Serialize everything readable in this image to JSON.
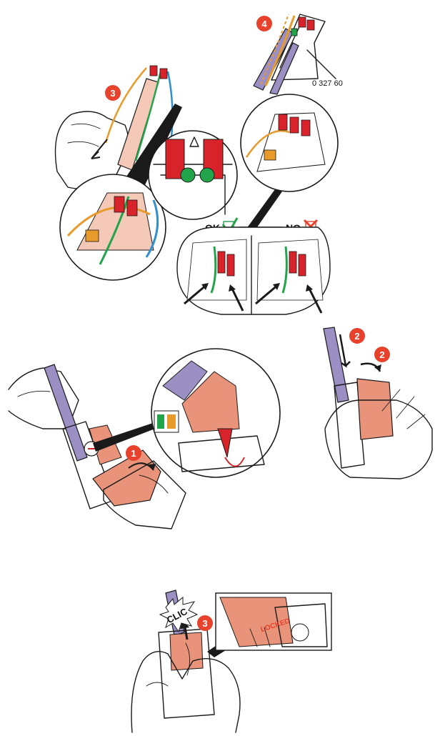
{
  "colors": {
    "badge": "#e8412c",
    "cable_purple": "#9b8fc4",
    "connector_orange": "#e8937a",
    "wire_orange": "#e89a2a",
    "wire_blue": "#2f8fd0",
    "wire_green": "#22a44a",
    "wire_red": "#d8232a",
    "ok_check": "#22a44a",
    "no_cross": "#e8412c"
  },
  "steps": {
    "top_left_number": "3",
    "top_right_number": "4",
    "middle_left_number": "1",
    "middle_right_first_number": "2",
    "middle_right_second_number": "2",
    "bottom_number": "3"
  },
  "labels": {
    "reference": "0 327 60",
    "ok": "OK",
    "no": "NO",
    "clic": "CLIC",
    "locked": "LOCKED"
  },
  "icons": {
    "ok_mark": "check-icon",
    "no_mark": "cross-icon"
  }
}
